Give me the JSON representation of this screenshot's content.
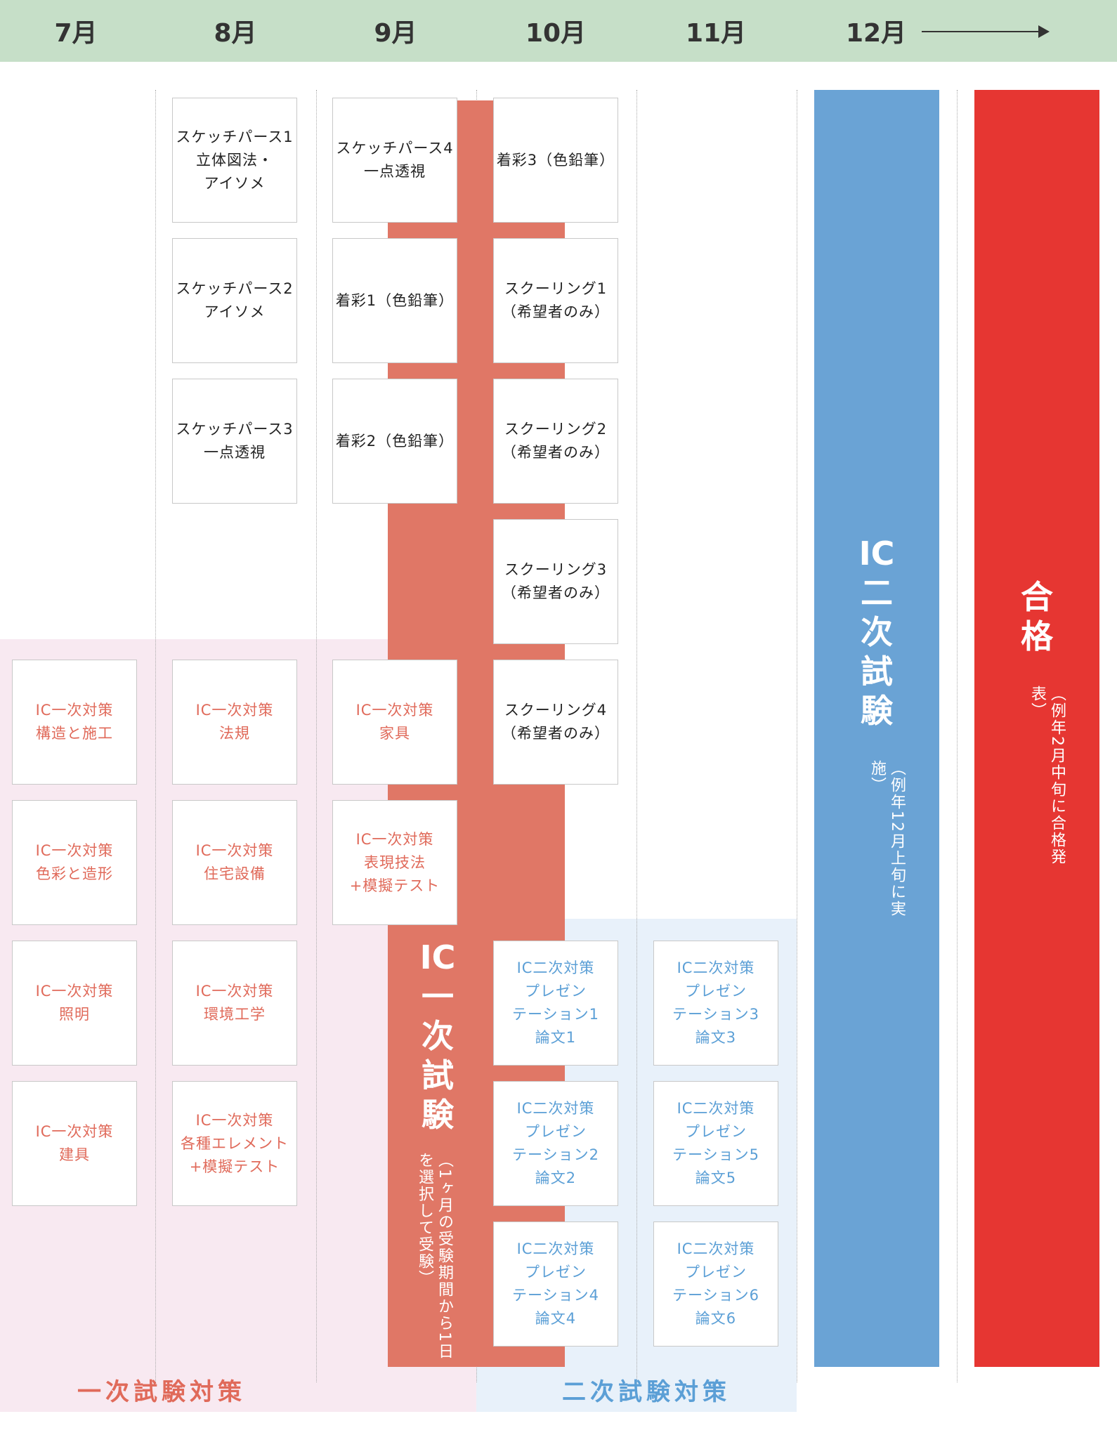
{
  "months": [
    "7月",
    "8月",
    "9月",
    "10月",
    "11月",
    "12月"
  ],
  "colors": {
    "header_bg": "#c6dfc8",
    "ic1_exam": "#e07766",
    "ic2_exam": "#6aa3d5",
    "pass": "#e63632",
    "phase1_bg": "#f8e9f1",
    "phase2_bg": "#e8f1fa",
    "phase1_text": "#e06a5a",
    "phase2_text": "#5b9fd6"
  },
  "cards": {
    "sketch1": "スケッチパース1\n立体図法・\nアイソメ",
    "sketch2": "スケッチパース2\nアイソメ",
    "sketch3": "スケッチパース3\n一点透視",
    "sketch4": "スケッチパース4\n一点透視",
    "color1": "着彩1（色鉛筆）",
    "color2": "着彩2（色鉛筆）",
    "color3": "着彩3（色鉛筆）",
    "schooling1": "スクーリング1\n（希望者のみ）",
    "schooling2": "スクーリング2\n（希望者のみ）",
    "schooling3": "スクーリング3\n（希望者のみ）",
    "schooling4": "スクーリング4\n（希望者のみ）",
    "ic1_structure": "IC一次対策\n構造と施工",
    "ic1_color": "IC一次対策\n色彩と造形",
    "ic1_lighting": "IC一次対策\n照明",
    "ic1_fittings": "IC一次対策\n建具",
    "ic1_law": "IC一次対策\n法規",
    "ic1_housing": "IC一次対策\n住宅設備",
    "ic1_env": "IC一次対策\n環境工学",
    "ic1_elements": "IC一次対策\n各種エレメント\n+模擬テスト",
    "ic1_furniture": "IC一次対策\n家具",
    "ic1_expression": "IC一次対策\n表現技法\n+模擬テスト",
    "ic2_p1": "IC二次対策\nプレゼン\nテーション1\n論文1",
    "ic2_p2": "IC二次対策\nプレゼン\nテーション2\n論文2",
    "ic2_p4": "IC二次対策\nプレゼン\nテーション4\n論文4",
    "ic2_p3": "IC二次対策\nプレゼン\nテーション3\n論文3",
    "ic2_p5": "IC二次対策\nプレゼン\nテーション5\n論文5",
    "ic2_p6": "IC二次対策\nプレゼン\nテーション6\n論文6"
  },
  "ic1_exam": {
    "title": [
      "IC",
      "一",
      "次",
      "試",
      "験"
    ],
    "note": "（1ヶ月の受験期間から1日を選択して受験）"
  },
  "ic2_exam": {
    "title": [
      "IC",
      "二",
      "次",
      "試",
      "験"
    ],
    "note": "（例年12月上旬に実施）"
  },
  "pass": {
    "title": [
      "合",
      "格"
    ],
    "note": "（例年2月中旬に合格発表）"
  },
  "sections": {
    "phase1": "一次試験対策",
    "phase2": "二次試験対策"
  }
}
